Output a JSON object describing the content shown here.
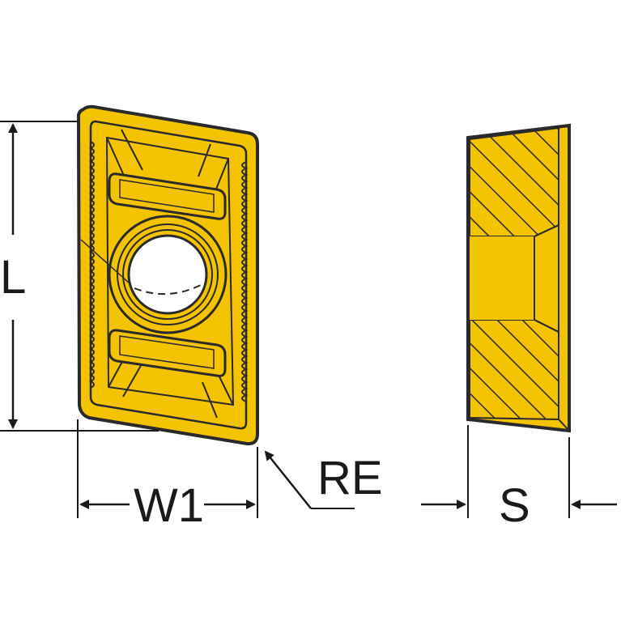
{
  "labels": {
    "length": "L",
    "width": "W1",
    "corner_radius": "RE",
    "thickness": "S"
  },
  "colors": {
    "insert_fill": "#F5C400",
    "insert_dark": "#C99A00",
    "outline": "#2a2a2a",
    "hole_fill": "#ffffff"
  }
}
